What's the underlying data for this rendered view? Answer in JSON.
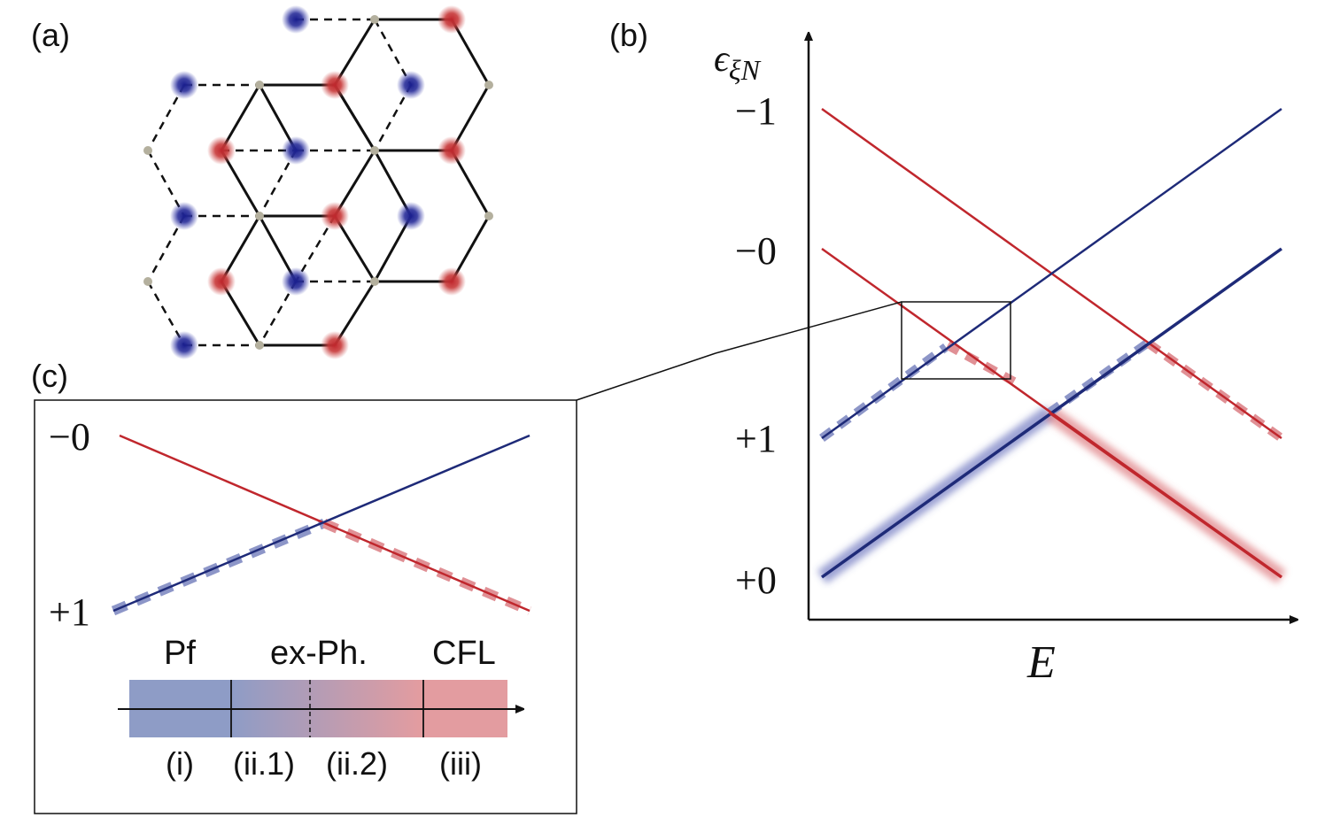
{
  "panels": {
    "a": {
      "label": "(a)"
    },
    "b": {
      "label": "(b)",
      "y_axis_label": "ϵ",
      "y_axis_sub": "ξN",
      "x_axis_label": "E",
      "level_labels": [
        "−1",
        "−0",
        "+1",
        "+0"
      ]
    },
    "c": {
      "label": "(c)",
      "level_labels": [
        "−0",
        "+1"
      ],
      "phases": [
        "Pf",
        "ex-Ph.",
        "CFL"
      ],
      "regimes": [
        "(i)",
        "(ii.1)",
        "(ii.2)",
        "(iii)"
      ]
    }
  },
  "colors": {
    "red": "#c0272d",
    "blue": "#1e2a78",
    "node": "#b4b09e",
    "bar_blue": "#8e9cc6",
    "bar_red": "#e39ca0"
  }
}
